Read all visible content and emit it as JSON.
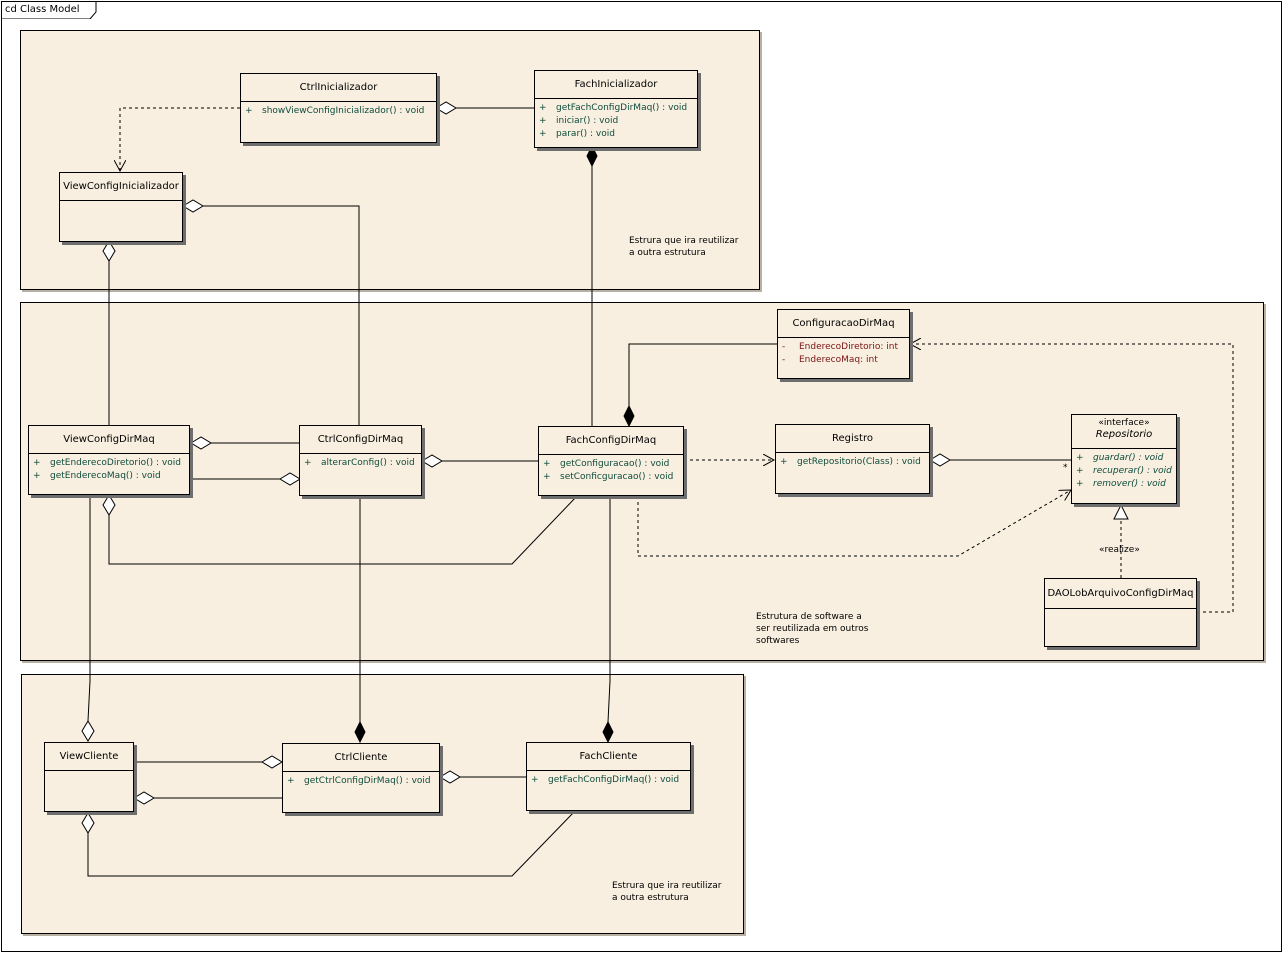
{
  "diagram": {
    "frame_title": "cd Class Model",
    "notes": {
      "top": "Estrura que ira reutilizar\na outra estrutura",
      "middle": "Estrutura de software a\nser reutilizada em outros\nsoftwares",
      "bottom": "Estrura que ira reutilizar\na outra estrutura"
    },
    "stereotypes": {
      "interface": "«interface»",
      "realize": "«realize»"
    },
    "multiplicity": "*",
    "classes": {
      "ctrl_inicializador": {
        "name": "CtrlInicializador",
        "ops": [
          {
            "vis": "+",
            "text": "showViewConfigInicializador() : void"
          }
        ]
      },
      "fach_inicializador": {
        "name": "FachInicializador",
        "ops": [
          {
            "vis": "+",
            "text": "getFachConfigDirMaq() : void"
          },
          {
            "vis": "+",
            "text": "iniciar() : void"
          },
          {
            "vis": "+",
            "text": "parar() : void"
          }
        ]
      },
      "view_config_inicializador": {
        "name": "ViewConfigInicializador"
      },
      "configuracao_dir_maq": {
        "name": "ConfiguracaoDirMaq",
        "attrs": [
          {
            "vis": "-",
            "text": "EnderecoDiretorio:  int"
          },
          {
            "vis": "-",
            "text": "EnderecoMaq:  int"
          }
        ]
      },
      "view_config_dir_maq": {
        "name": "ViewConfigDirMaq",
        "ops": [
          {
            "vis": "+",
            "text": "getEnderecoDiretorio() : void"
          },
          {
            "vis": "+",
            "text": "getEnderecoMaq() : void"
          }
        ]
      },
      "ctrl_config_dir_maq": {
        "name": "CtrlConfigDirMaq",
        "ops": [
          {
            "vis": "+",
            "text": "alterarConfig() : void"
          }
        ]
      },
      "fach_config_dir_maq": {
        "name": "FachConfigDirMaq",
        "ops": [
          {
            "vis": "+",
            "text": "getConfiguracao() : void"
          },
          {
            "vis": "+",
            "text": "setConficguracao() : void"
          }
        ]
      },
      "registro": {
        "name": "Registro",
        "ops": [
          {
            "vis": "+",
            "text": "getRepositorio(Class) : void"
          }
        ]
      },
      "repositorio": {
        "name": "Repositorio",
        "ops": [
          {
            "vis": "+",
            "text": "guardar() : void"
          },
          {
            "vis": "+",
            "text": "recuperar() : void"
          },
          {
            "vis": "+",
            "text": "remover() : void"
          }
        ]
      },
      "dao_lob": {
        "name": "DAOLobArquivoConfigDirMaq"
      },
      "view_cliente": {
        "name": "ViewCliente"
      },
      "ctrl_cliente": {
        "name": "CtrlCliente",
        "ops": [
          {
            "vis": "+",
            "text": "getCtrlConfigDirMaq() : void"
          }
        ]
      },
      "fach_cliente": {
        "name": "FachCliente",
        "ops": [
          {
            "vis": "+",
            "text": "getFachConfigDirMaq() : void"
          }
        ]
      }
    }
  }
}
